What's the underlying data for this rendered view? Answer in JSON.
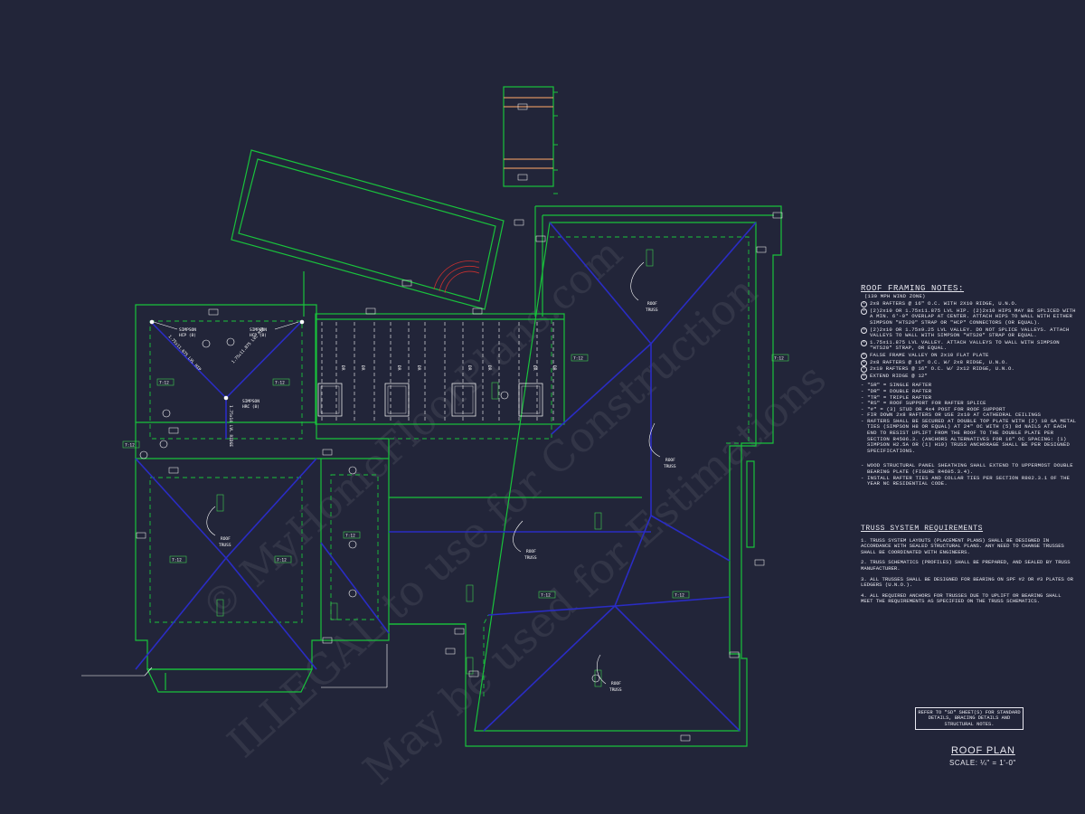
{
  "roof_framing_notes": {
    "title": "ROOF FRAMING NOTES:",
    "wind_zone": "(130 MPH WIND ZONE)",
    "items": [
      {
        "n": "1",
        "text": "2x8 RAFTERS @ 16\" O.C. WITH 2X10 RIDGE, U.N.O."
      },
      {
        "n": "2",
        "text": "(2)2x10 OR 1.75x11.875 LVL HIP. (2)2x10 HIPS MAY BE SPLICED WITH A MIN. 6'-0\" OVERLAP AT CENTER. ATTACH HIPS TO WALL WITH EITHER SIMPSON \"HTS20\" STRAP OR \"HCP\" CONNECTORS (OR EQUAL)."
      },
      {
        "n": "3",
        "text": "(2)2x10 OR 1.75x9.25 LVL VALLEY. DO NOT SPLICE VALLEYS. ATTACH VALLEYS TO WALL WITH SIMPSON \"HTS20\" STRAP OR EQUAL."
      },
      {
        "n": "4",
        "text": "1.75x11.875 LVL VALLEY. ATTACH VALLEYS TO WALL WITH SIMPSON \"HTS20\" STRAP, OR EQUAL."
      },
      {
        "n": "5",
        "text": "FALSE FRAME VALLEY ON 2x10 FLAT PLATE"
      },
      {
        "n": "6",
        "text": "2x8 RAFTERS @ 16\" O.C. W/ 2x8 RIDGE, U.N.O."
      },
      {
        "n": "7",
        "text": "2x10 RAFTERS @ 16\" O.C. W/ 2x12 RIDGE, U.N.O."
      },
      {
        "n": "8",
        "text": "EXTEND RIDGE @ 12\""
      }
    ],
    "bullets": [
      "\"SR\" = SINGLE RAFTER",
      "\"DR\" = DOUBLE RAFTER",
      "\"TR\" = TRIPLE RAFTER",
      "\"RS\" = ROOF SUPPORT FOR RAFTER SPLICE",
      "\"#\" = (3) STUD OR 4x4 POST FOR ROOF SUPPORT",
      "FIR DOWN 2x8 RAFTERS OR USE 2x10 AT CATHEDRAL CEILINGS",
      "RAFTERS SHALL BE SECURED AT DOUBLE TOP PLATE WITH (2) 18 GA METAL TIES (SIMPSON H8 OR EQUAL) AT 24\" OC WITH (5) 8d NAILS AT EACH END TO RESIST UPLIFT FROM THE ROOF TO THE DOUBLE PLATE PER SECTION R4506.3. (ANCHORS ALTERNATIVES FOR 16\" OC SPACING: (1) SIMPSON H2.5A OR (1) H10) TRUSS ANCHORAGE SHALL BE PER DESIGNED SPECIFICATIONS."
    ],
    "bullets2": [
      "WOOD STRUCTURAL PANEL SHEATHING SHALL EXTEND TO UPPERMOST DOUBLE BEARING PLATE (FIGURE R4605.3.4).",
      "INSTALL RAFTER TIES AND COLLAR TIES PER SECTION R802.3.1 OF THE YEAR NC RESIDENTIAL CODE."
    ]
  },
  "truss_requirements": {
    "title": "TRUSS SYSTEM REQUIREMENTS",
    "items": [
      "1. TRUSS SYSTEM LAYOUTS (PLACEMENT PLANS) SHALL BE DESIGNED IN ACCORDANCE WITH SEALED STRUCTURAL PLANS. ANY NEED TO CHANGE TRUSSES SHALL BE COORDINATED WITH ENGINEERS.",
      "2. TRUSS SCHEMATICS (PROFILES) SHALL BE PREPARED, AND SEALED BY TRUSS MANUFACTURER.",
      "3. ALL TRUSSES SHALL BE DESIGNED FOR BEARING ON SPF #2 OR #3 PLATES OR LEDGERS (U.N.O.).",
      "4. ALL REQUIRED ANCHORS FOR TRUSSES DUE TO UPLIFT OR BEARING SHALL MEET THE REQUIREMENTS AS SPECIFIED ON THE TRUSS SCHEMATICS."
    ]
  },
  "refer_note": "REFER TO \"SD\" SHEET(S) FOR STANDARD DETAILS, BRACING DETAILS AND STRUCTURAL NOTES.",
  "title": "ROOF PLAN",
  "scale": "SCALE: ¼\" = 1'-0\"",
  "plan_labels": {
    "roof": "ROOF",
    "truss": "TRUSS",
    "simpson_hcp_left": [
      "SIMPSON",
      "HCP (8)"
    ],
    "simpson_hcp_right": [
      "SIMPSON",
      "HCP (8)"
    ],
    "simpson_hrc": [
      "SIMPSON",
      "HRC (8)"
    ],
    "lvl_hip_left": "1.75x11.875 LVL HIP",
    "lvl_hip_right": "1.75x11.875 LVL HIP",
    "lvl_ridge": "1.75x14 LVL RIDGE",
    "dr": "DR",
    "pitch": "7:12"
  },
  "watermarks": [
    "© MyHomeFloorPlans.com",
    "ILLEGAL to use for Construction",
    "May be used for Estimations"
  ],
  "colors": {
    "background": "#222539",
    "wall_green": "#19c23c",
    "truss_blue": "#2a2cc4",
    "text_white": "#ffffff",
    "label_green": "#3fcf4f"
  }
}
